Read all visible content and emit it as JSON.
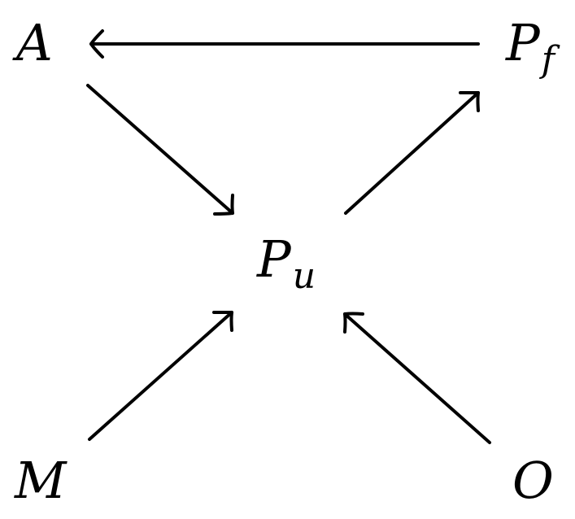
{
  "diagram": {
    "nodes": [
      {
        "id": "A",
        "label": "A",
        "subscript": ""
      },
      {
        "id": "Pf",
        "label": "P",
        "subscript": "f"
      },
      {
        "id": "Pu",
        "label": "P",
        "subscript": "u"
      },
      {
        "id": "M",
        "label": "M",
        "subscript": ""
      },
      {
        "id": "O",
        "label": "O",
        "subscript": ""
      }
    ],
    "edges": [
      {
        "from": "Pf",
        "to": "A"
      },
      {
        "from": "A",
        "to": "Pu"
      },
      {
        "from": "Pu",
        "to": "Pf"
      },
      {
        "from": "M",
        "to": "Pu"
      },
      {
        "from": "O",
        "to": "Pu"
      }
    ],
    "colors": {
      "stroke": "#000000",
      "text": "#000000",
      "background": "#ffffff"
    }
  }
}
